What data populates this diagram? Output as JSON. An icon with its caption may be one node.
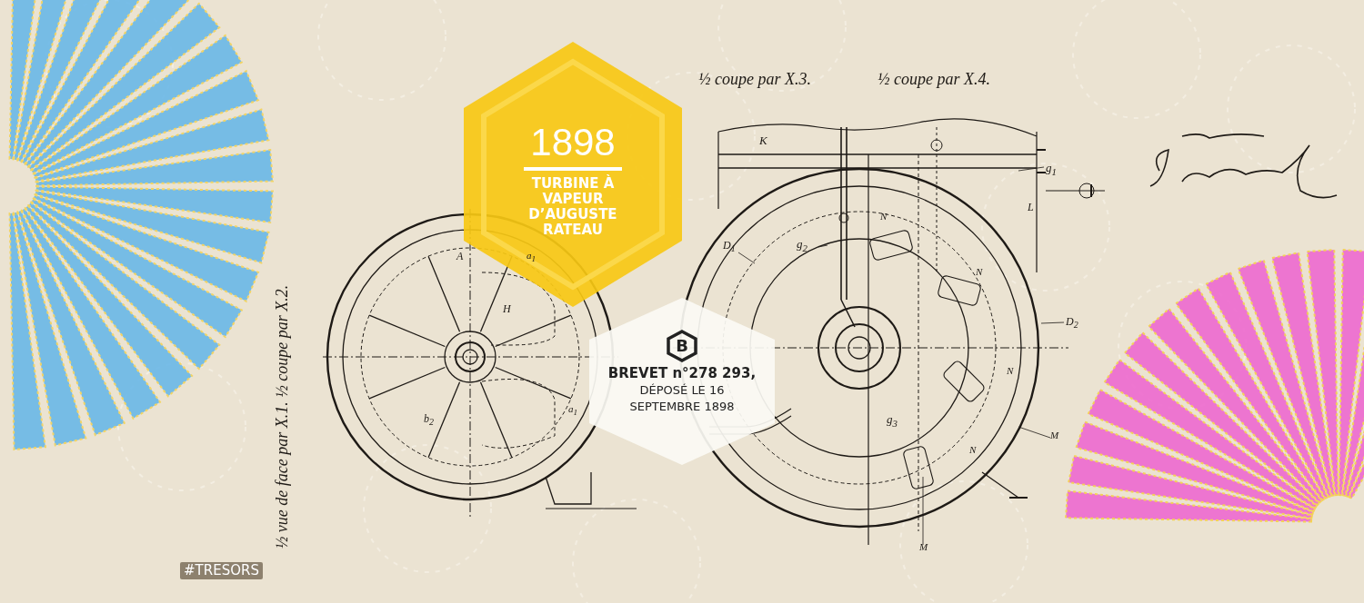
{
  "diagram": {
    "nodes": [
      {
        "text": [
          "1898",
          "TURBINE À VAPEUR D’AUGUSTE RATEAU"
        ]
      },
      {
        "text": [
          "B",
          "BREVET n°278 293,",
          "DÉPOSÉ LE 16 SEPTEMBRE 1898"
        ]
      }
    ],
    "labels": [
      "½ coupe par X.3.",
      "½ coupe par X.4.",
      "K",
      "g$_{1}$",
      "L",
      "A",
      "a$_{1}$",
      "g$_{2}$",
      "D$_{1}$",
      "N",
      "H",
      "N",
      "D$_{2}$",
      "N",
      "½ vue de face par X.1. ½ coupe par X.2.",
      "b$_{2}$",
      "a$_{1}$",
      "g$_{3}$",
      "M",
      "N",
      "M",
      "#TRESORS"
    ]
  }
}
